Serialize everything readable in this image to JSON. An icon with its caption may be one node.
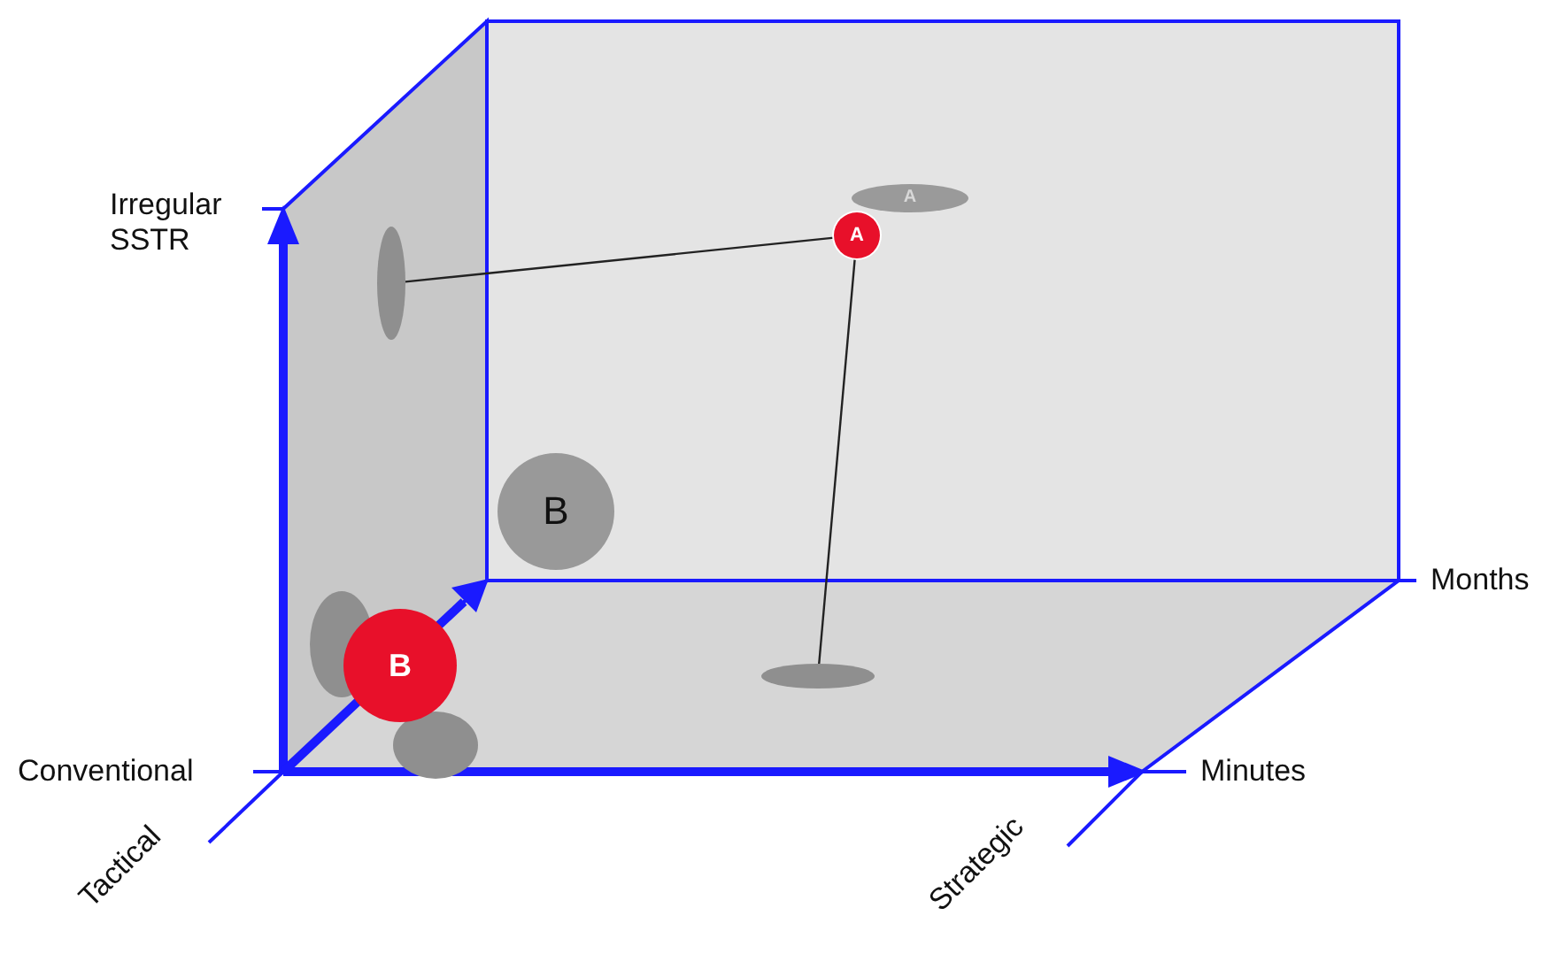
{
  "diagram": {
    "nodes": [
      {
        "text": [
          "A"
        ]
      },
      {
        "text": [
          "A"
        ]
      },
      {
        "text": [],
        "shape": "ellipse"
      },
      {
        "text": [],
        "shape": "ellipse"
      },
      {
        "text": [
          "B"
        ]
      },
      {
        "text": [
          "B"
        ]
      },
      {
        "text": [],
        "shape": "ellipse"
      },
      {
        "text": [],
        "shape": "ellipse"
      }
    ],
    "edges": [
      {
        "from": 0,
        "to": 2,
        "arrow": "none"
      },
      {
        "from": 0,
        "to": 3,
        "arrow": "none"
      }
    ],
    "labels": [
      "Irregular SSTR",
      "Months",
      "Conventional",
      "Minutes",
      "Tactical",
      "Strategic"
    ]
  }
}
